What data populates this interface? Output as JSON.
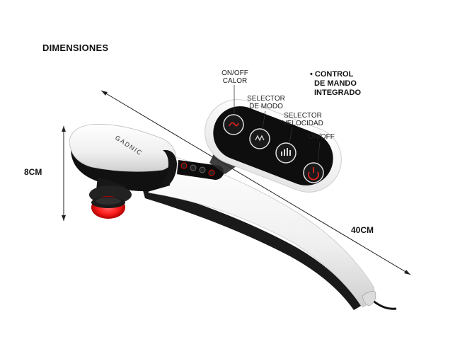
{
  "title": "DIMENSIONES",
  "labels": {
    "onoff_calor": [
      "ON/OFF",
      "CALOR"
    ],
    "selector_modo": [
      "SELECTOR",
      "DE MODO"
    ],
    "selector_velocidad": [
      "SELECTOR",
      "VELOCIDAD"
    ],
    "onoff": "ON/OFF",
    "control": [
      "• CONTROL",
      "DE MANDO",
      "INTEGRADO"
    ]
  },
  "dimensions": {
    "height": "8CM",
    "length": "40CM"
  },
  "brand": "GADNIC",
  "colors": {
    "body_white": "#f4f4f4",
    "body_black": "#141414",
    "red_light": "#ff2a2a",
    "panel_black": "#0e0e0e"
  }
}
